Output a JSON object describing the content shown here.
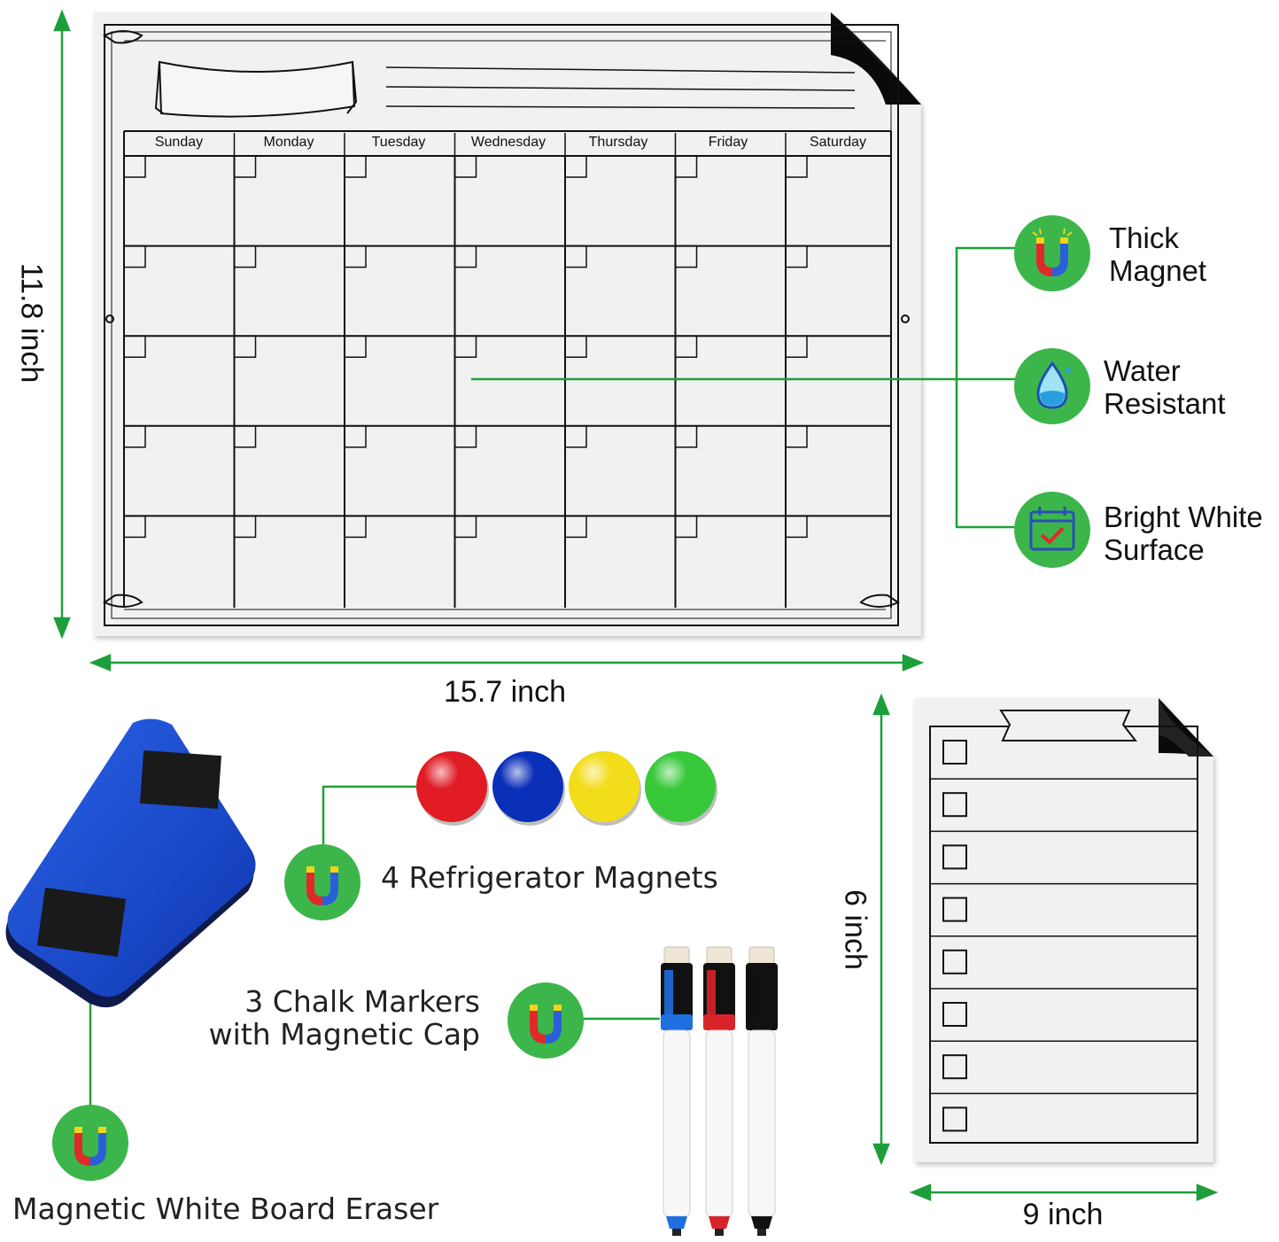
{
  "calendar": {
    "days": [
      "Sunday",
      "Monday",
      "Tuesday",
      "Wednesday",
      "Thursday",
      "Friday",
      "Saturday"
    ],
    "width_label": "15.7 inch",
    "height_label": "11.8 inch"
  },
  "features": [
    {
      "icon": "magnet-icon",
      "line1": "Thick",
      "line2": "Magnet"
    },
    {
      "icon": "water-drop-icon",
      "line1": "Water",
      "line2": "Resistant"
    },
    {
      "icon": "calendar-check-icon",
      "line1": "Bright White",
      "line2": "Surface"
    }
  ],
  "accessories": {
    "magnets_label": "4 Refrigerator Magnets",
    "magnet_colors": [
      "#e01b24",
      "#0a2fb8",
      "#f2dd1a",
      "#38c93a"
    ],
    "markers_line1": "3 Chalk Markers",
    "markers_line2": "with Magnetic Cap",
    "marker_colors": [
      "#1f6fe0",
      "#d8232a",
      "#111111"
    ],
    "eraser_label": "Magnetic White Board Eraser"
  },
  "checklist": {
    "rows": 8,
    "width_label": "9 inch",
    "height_label": "6 inch"
  },
  "colors": {
    "accent_green": "#3cb64a",
    "dimension_green": "#1e9e3a",
    "eraser_blue": "#1a4fd6"
  }
}
